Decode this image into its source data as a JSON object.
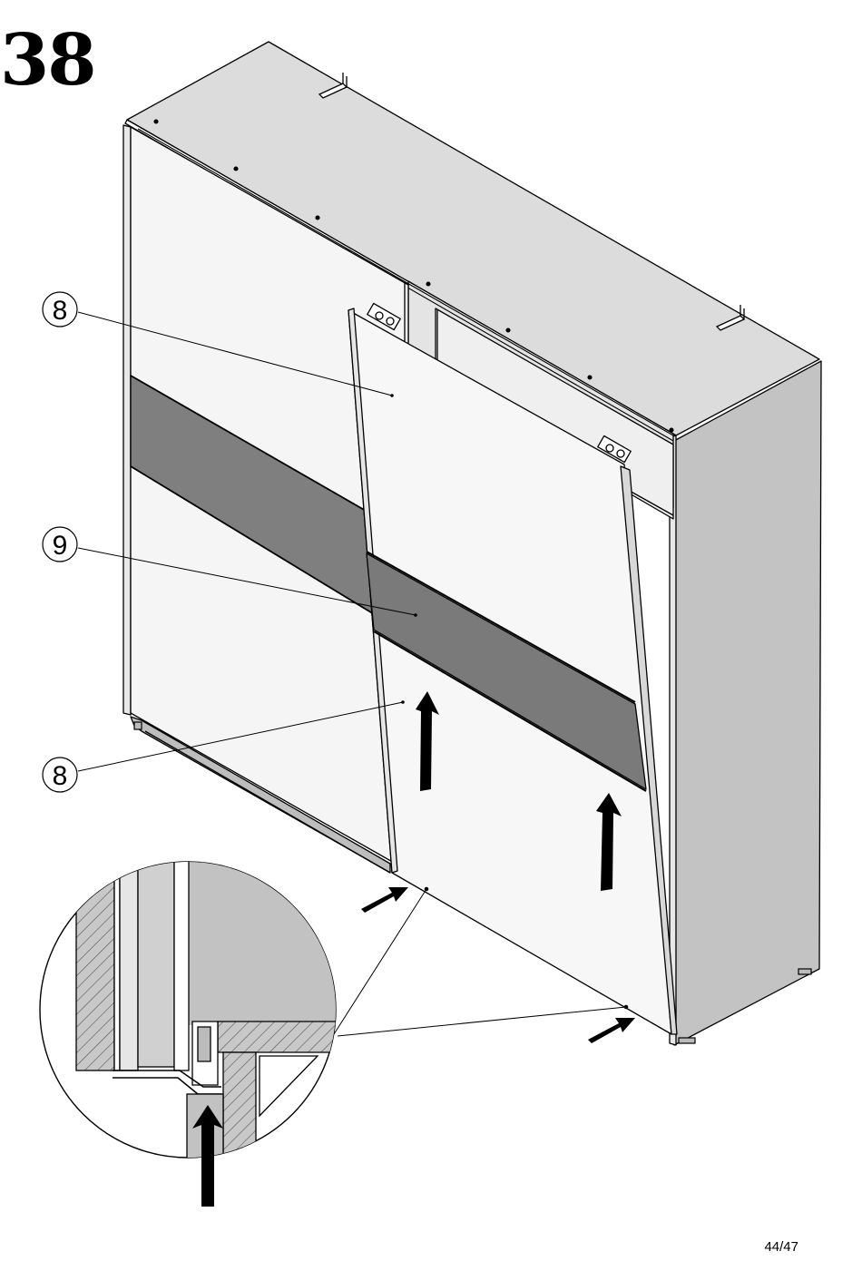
{
  "step": {
    "number": "38"
  },
  "callouts": [
    {
      "label": "8"
    },
    {
      "label": "9"
    },
    {
      "label": "8"
    }
  ],
  "footer": {
    "page": "44/47"
  },
  "colors": {
    "panel_white": "#f2f2f2",
    "carcass_top": "#dcdcdc",
    "carcass_side": "#c0c0c0",
    "glass_strip": "#808080",
    "outline": "#000000"
  },
  "icons": [
    "arrow-up-icon",
    "arrow-right-icon"
  ]
}
